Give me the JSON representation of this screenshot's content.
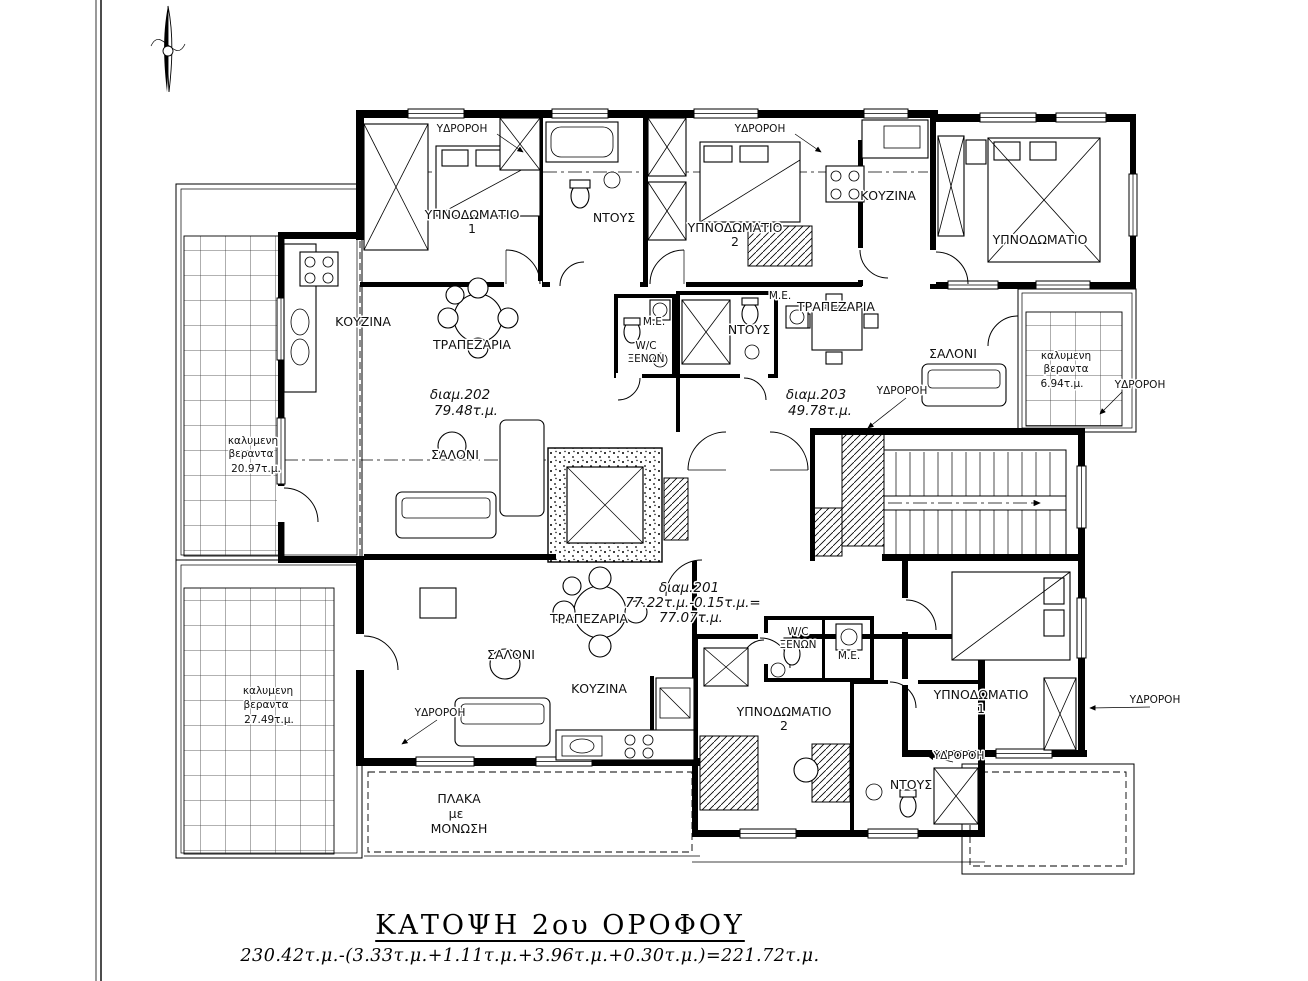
{
  "t": {
    "ydroroi": "ΥΔΡΟΡΟΗ",
    "ypnodomatio": "ΥΠΝΟΔΩΜΑΤΙΟ",
    "one": "1",
    "two": "2",
    "ntous": "ΝΤΟΥΣ",
    "kouzina": "ΚΟΥΖΙΝΑ",
    "trapezaria": "ΤΡΑΠΕΖΑΡΙΑ",
    "saloni": "ΣΑΛΟΝΙ",
    "me": "Μ.Ε.",
    "wc": "W/C",
    "xenon": "ΞΕΝΩΝ",
    "kalymeni": "καλυμενη",
    "veranta": "βεραντα",
    "plaka": "ΠΛΑΚΑ",
    "me_lower": "με",
    "monosi": "ΜΟΝΩΣΗ"
  },
  "verandas": {
    "top_left_area": "20.97τ.μ.",
    "bottom_left_area": "27.49τ.μ.",
    "right_area": "6.94τ.μ."
  },
  "apartments": {
    "a202": {
      "id": "διαμ.202",
      "area": "79.48τ.μ."
    },
    "a203": {
      "id": "διαμ.203",
      "area": "49.78τ.μ."
    },
    "a201": {
      "id": "διαμ.201",
      "calc": "77.22τ.μ.-0.15τ.μ.=",
      "area": "77.07τ.μ."
    }
  },
  "footer": {
    "title": "ΚΑΤΟΨΗ 2ου ΟΡΟΦΟΥ",
    "formula": "230.42τ.μ.-(3.33τ.μ.+1.11τ.μ.+3.96τ.μ.+0.30τ.μ.)=221.72τ.μ."
  }
}
